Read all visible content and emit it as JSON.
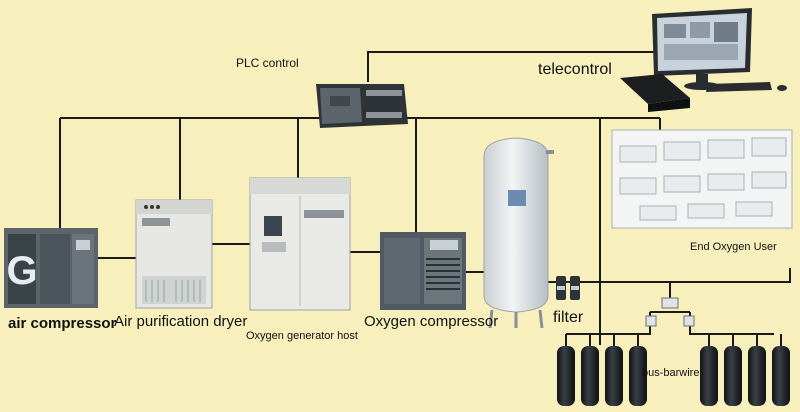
{
  "nodes": {
    "plc": "PLC control",
    "telecontrol": "telecontrol",
    "air_compressor": "air compressor",
    "dryer": "Air purification dryer",
    "generator": "Oxygen generator host",
    "oxygen_compressor": "Oxygen compressor",
    "filter": "filter",
    "end_user": "End Oxygen User",
    "bus": "bus-barwire"
  },
  "equipment_marks": {
    "compressor_logo": "G"
  },
  "colors": {
    "background": "#f7f0bd",
    "line": "#1a1a1a",
    "cabinet": "#e8e8e4",
    "dark_panel": "#3d4a52",
    "cylinder": "#1e2226",
    "tank": "#e4e8ea"
  }
}
